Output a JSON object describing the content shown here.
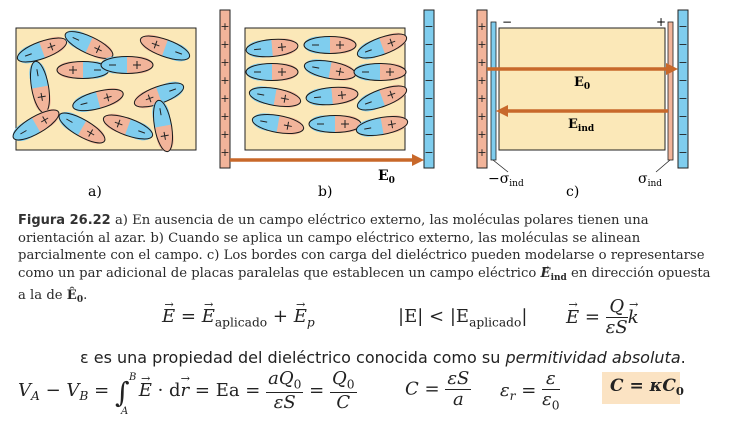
{
  "figure": {
    "panel_labels": [
      "a)",
      "b)",
      "c)"
    ],
    "label_E0": "E",
    "label_E0_sub": "0",
    "label_Eind": "E",
    "label_Eind_sub": "ind",
    "label_minus_sigma": "−σ",
    "label_minus_sigma_sub": "ind",
    "label_sigma": "σ",
    "label_sigma_sub": "ind",
    "plus": "+",
    "minus": "−"
  },
  "caption": {
    "fig_label": "Figura 26.22",
    "text": "a) En ausencia de un campo eléctrico externo, las moléculas polares tienen una orientación al azar. b) Cuando se aplica un campo eléctrico externo, las moléculas se alinean parcialmente con el campo. c) Los bordes con carga del dieléctrico pueden modelarse o representarse como un par adicional de placas paralelas que establecen un campo eléctrico",
    "e_ind": "E",
    "e_ind_sub": "ind",
    "text2": "en dirección opuesta a la de",
    "e_0": "Ê",
    "e_0_sub": "0",
    "period": "."
  },
  "equations": {
    "eq1_lhs": "E",
    "eq1_eq": "=",
    "eq1_term1": "E",
    "eq1_term1_sub": "aplicado",
    "eq1_plus": "+",
    "eq1_term2": "E",
    "eq1_term2_sub": "p",
    "eq2_left": "|E|",
    "eq2_lt": "<",
    "eq2_right": "|E",
    "eq2_right_sub": "aplicado",
    "eq2_close": "|",
    "eq3_lhs": "E",
    "eq3_eq": "=",
    "eq3_num": "Q",
    "eq3_den": "εS",
    "eq3_k": "k",
    "dielectric_1": "ε es una propiedad del dieléctrico conocida como su ",
    "dielectric_2": "permitividad absoluta",
    "dielectric_3": ".",
    "va": "V",
    "va_sub": "A",
    "minus": "−",
    "vb": "V",
    "vb_sub": "B",
    "eq_sign": "=",
    "int_upper": "B",
    "int_lower": "A",
    "int_E": "E",
    "dot": "· d",
    "int_r": "r",
    "ea": "= Ea =",
    "aq_num": "aQ",
    "aq_num_sub": "0",
    "aq_den": "εS",
    "eq_sign2": "=",
    "q_num": "Q",
    "q_num_sub": "0",
    "q_den": "C",
    "c_lhs": "C",
    "c_eq": "=",
    "c_num": "εS",
    "c_den": "a",
    "er": "ε",
    "er_sub": "r",
    "er_eq": "=",
    "er_num": "ε",
    "er_den": "ε",
    "er_den_sub": "0",
    "ck": "C = κC",
    "ck_sub": "0"
  }
}
